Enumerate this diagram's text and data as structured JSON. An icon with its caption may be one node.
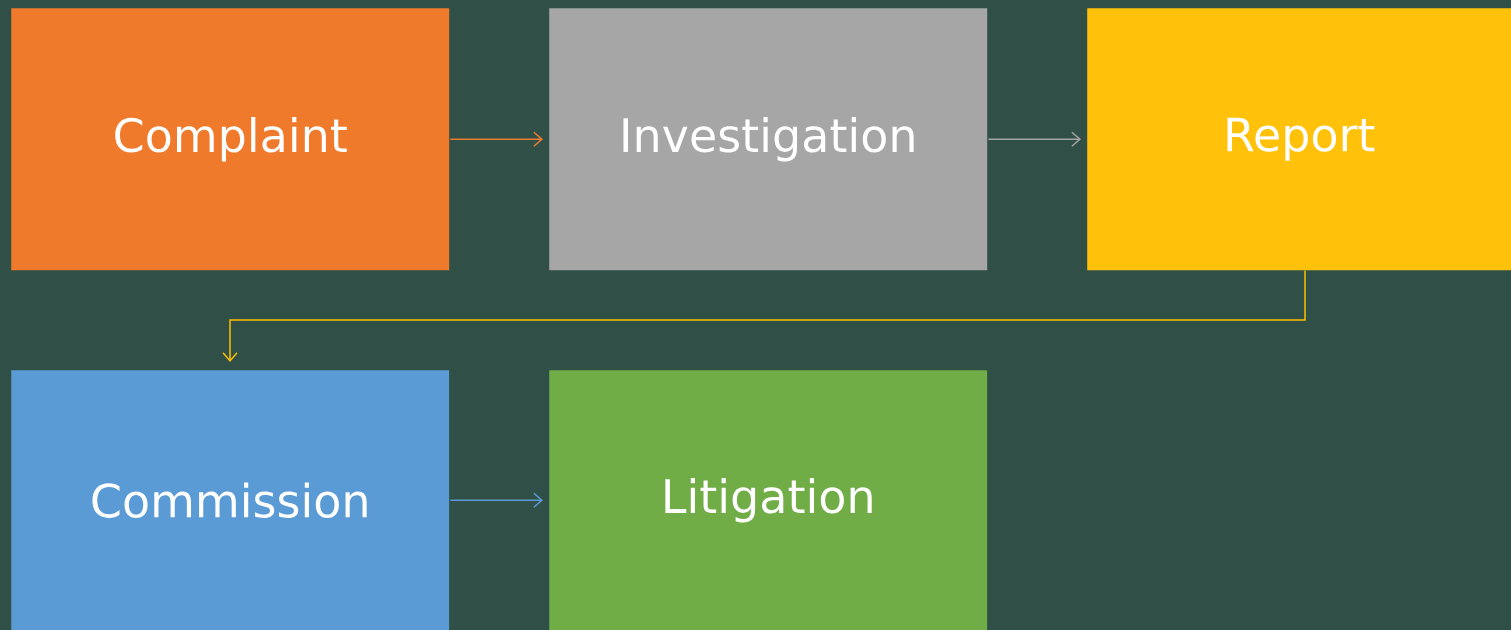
{
  "diagram": {
    "nodes": [
      {
        "text": [
          "Complaint"
        ]
      },
      {
        "text": [
          "Investigation"
        ]
      },
      {
        "text": [
          "Report"
        ]
      },
      {
        "text": [
          "Commission"
        ]
      },
      {
        "text": [
          "Litigation"
        ]
      }
    ],
    "edges": [
      {
        "from": 0,
        "to": 1,
        "arrow": "to",
        "color": "#ed7d31"
      },
      {
        "from": 1,
        "to": 2,
        "arrow": "to",
        "color": "#a5a5a5"
      },
      {
        "from": 2,
        "to": 3,
        "arrow": "to",
        "color": "#ffc000"
      },
      {
        "from": 3,
        "to": 4,
        "arrow": "to",
        "color": "#5b9bd5"
      }
    ]
  }
}
